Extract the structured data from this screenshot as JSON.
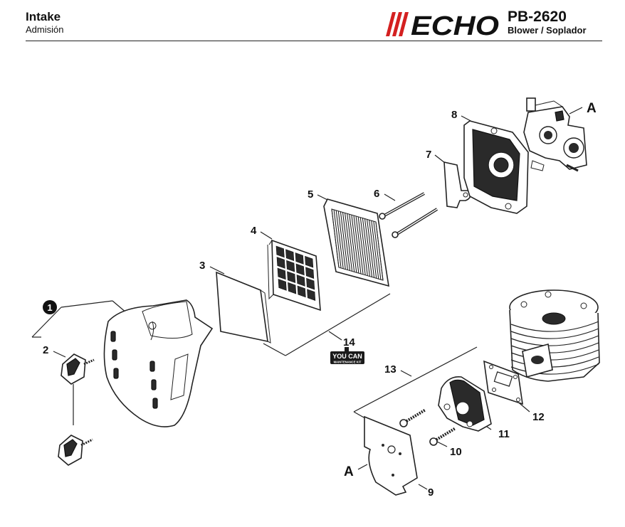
{
  "header": {
    "section_title": "Intake",
    "section_subtitle": "Admisión",
    "brand": "ECHO",
    "model_number": "PB-2620",
    "model_description": "Blower / Soplador"
  },
  "callouts": {
    "c1": "1",
    "c2": "2",
    "c3": "3",
    "c4": "4",
    "c5": "5",
    "c6": "6",
    "c7": "7",
    "c8": "8",
    "c9": "9",
    "c10": "10",
    "c11": "11",
    "c12": "12",
    "c13": "13",
    "c14": "14",
    "ref_a_top": "A",
    "ref_a_bottom": "A"
  },
  "badge": {
    "line1": "YOU CAN",
    "line2": "MAINTENANCE KIT"
  }
}
